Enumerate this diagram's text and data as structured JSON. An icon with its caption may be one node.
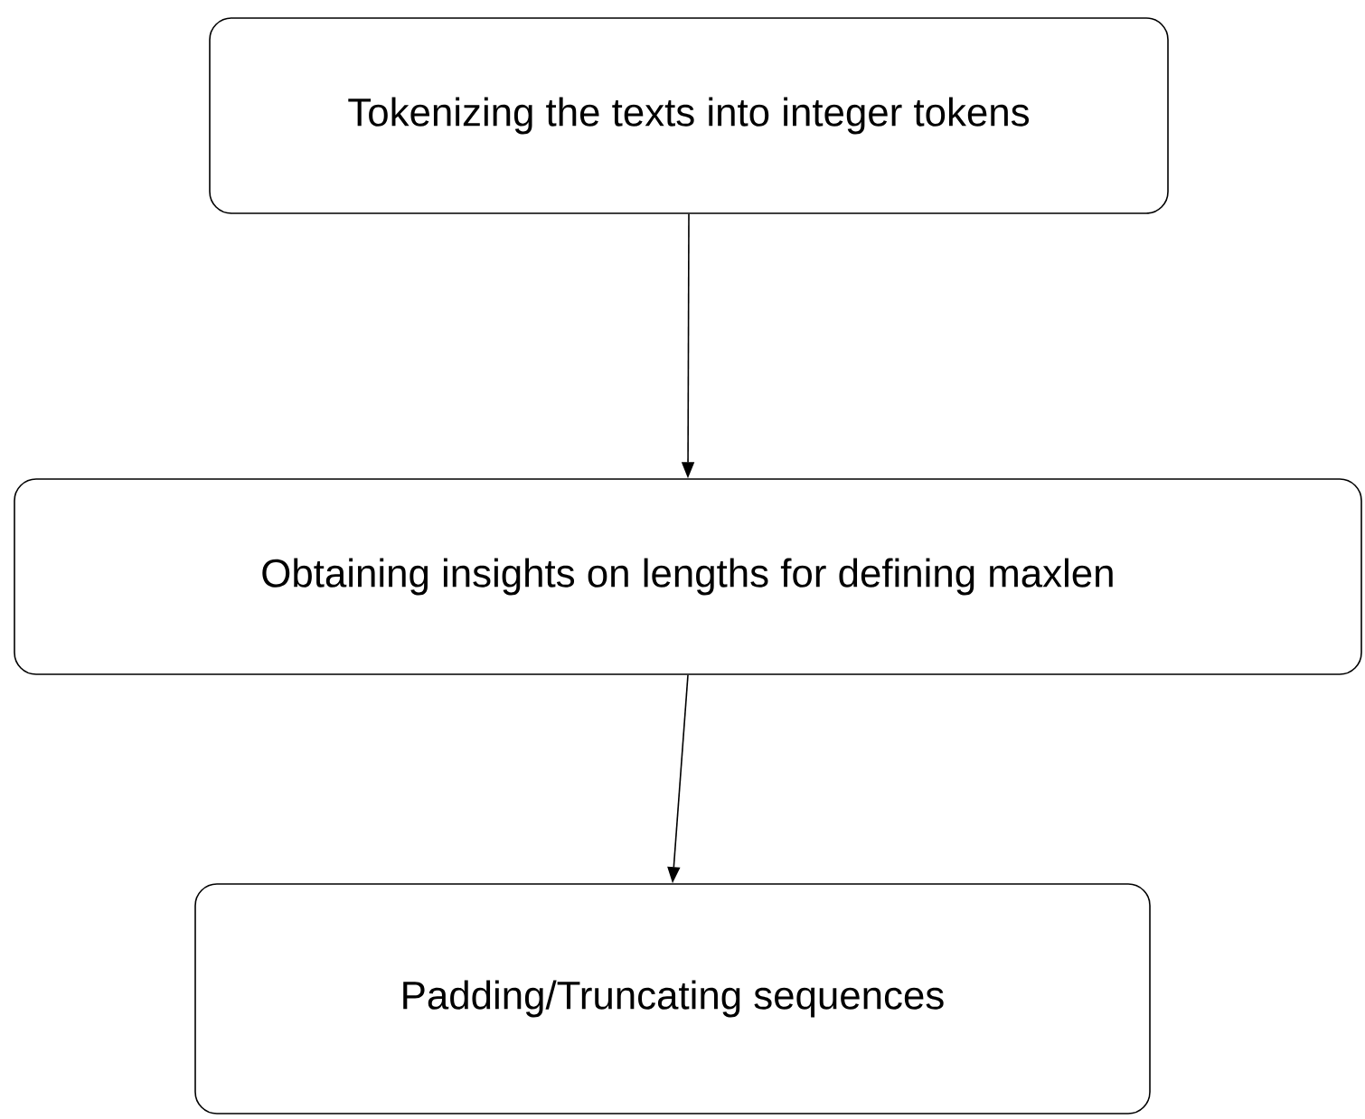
{
  "diagram": {
    "nodes": [
      {
        "text": [
          "Tokenizing the texts into integer tokens"
        ]
      },
      {
        "text": [
          "Obtaining insights on lengths for defining maxlen"
        ]
      },
      {
        "text": [
          "Padding/Truncating sequences"
        ]
      }
    ],
    "edges": [
      {
        "from": 0,
        "to": 1,
        "arrow": "to"
      },
      {
        "from": 1,
        "to": 2,
        "arrow": "to"
      }
    ]
  }
}
